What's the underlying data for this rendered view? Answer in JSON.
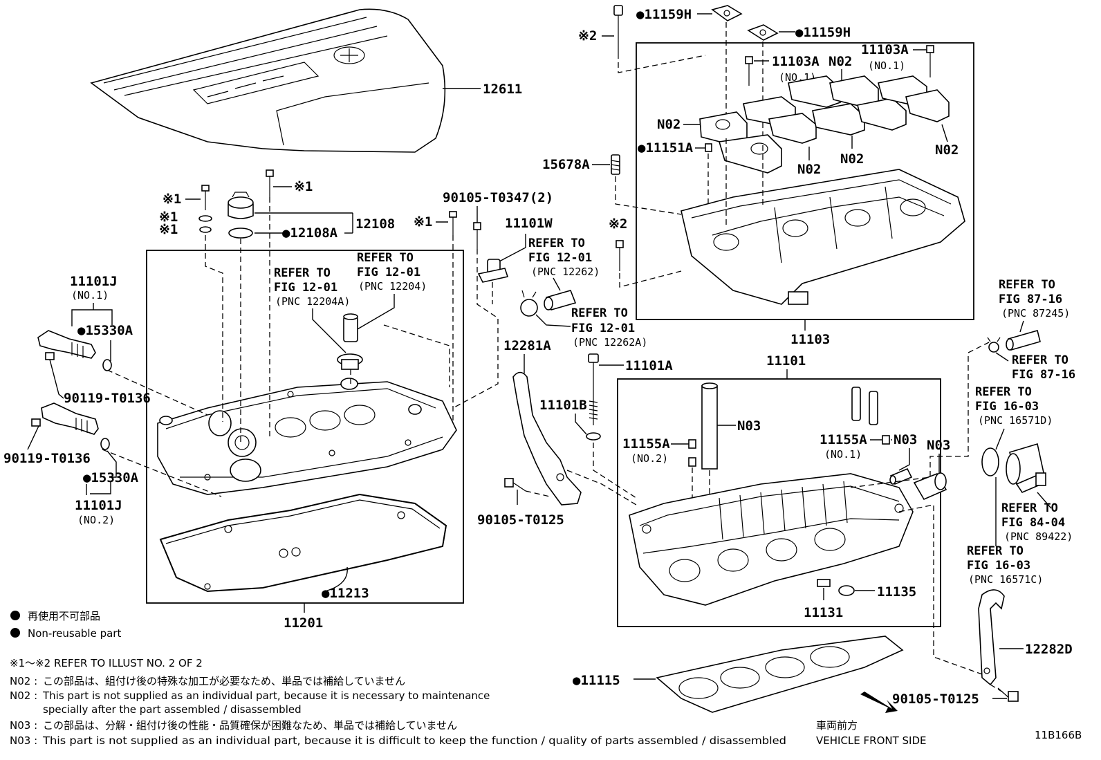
{
  "labels": {
    "p12611": "12611",
    "x1a": "※1",
    "x1b": "※1",
    "x1c": "※1",
    "x1d": "※1",
    "x1e": "※1",
    "p12108": "12108",
    "p12108A": "●12108A",
    "p11101J_1": "11101J",
    "p11101J_1_no": "(NO.1)",
    "p15330A_1": "●15330A",
    "p90119_1": "90119-T0136",
    "p90119_2": "90119-T0136",
    "p15330A_2": "●15330A",
    "p11101J_2": "11101J",
    "p11101J_2_no": "(NO.2)",
    "ref_a1": "REFER TO",
    "ref_a2": "FIG 12-01",
    "ref_a3": "(PNC 12204A)",
    "ref_b1": "REFER TO",
    "ref_b2": "FIG 12-01",
    "ref_b3": "(PNC 12204)",
    "p90105_T0347": "90105-T0347(2)",
    "p11101W": "11101W",
    "ref_c1": "REFER TO",
    "ref_c2": "FIG 12-01",
    "ref_c3": "(PNC 12262)",
    "ref_d1": "REFER TO",
    "ref_d2": "FIG 12-01",
    "ref_d3": "(PNC 12262A)",
    "p11213": "●11213",
    "p11201": "11201",
    "p12281A": "12281A",
    "p11101B": "11101B",
    "p11101A": "11101A",
    "p90105_T0125_a": "90105-T0125",
    "p11159H_a": "●11159H",
    "p11159H_b": "●11159H",
    "x2a": "※2",
    "x2b": "※2",
    "p11103A_1": "11103A",
    "p11103A_1_no": "(NO.1)",
    "p11103A_2": "11103A",
    "p11103A_2_no": "(NO.1)",
    "n02_a": "N02",
    "n02_b": "N02",
    "n02_c": "N02",
    "n02_d": "N02",
    "n02_e": "N02",
    "p11151A": "●11151A",
    "p15678A": "15678A",
    "p11103": "11103",
    "p11101": "11101",
    "n03_a": "N03",
    "n03_b": "N03",
    "n03_c": "N03",
    "p11155A_2": "11155A",
    "p11155A_2_no": "(NO.2)",
    "p11155A_1": "11155A",
    "p11155A_1_no": "(NO.1)",
    "p11135": "11135",
    "p11131": "11131",
    "p11115": "●11115",
    "ref_e1": "REFER TO",
    "ref_e2": "FIG 87-16",
    "ref_e3": "(PNC 87245)",
    "ref_f1": "REFER TO",
    "ref_f2": "FIG 87-16",
    "ref_g1": "REFER TO",
    "ref_g2": "FIG 16-03",
    "ref_g3": "(PNC 16571D)",
    "ref_h1": "REFER TO",
    "ref_h2": "FIG 84-04",
    "ref_h3": "(PNC 89422)",
    "ref_i1": "REFER TO",
    "ref_i2": "FIG 16-03",
    "ref_i3": "(PNC 16571C)",
    "p12282D": "12282D",
    "p90105_T0125_b": "90105-T0125"
  },
  "legend": {
    "jp": "再使用不可部品",
    "en": "Non-reusable part"
  },
  "notes": {
    "refer": "※1～※2  REFER TO ILLUST NO. 2 OF 2",
    "n02_tag_jp": "N02 :",
    "n02_jp": "この部品は、組付け後の特殊な加工が必要なため、単品では補給していません",
    "n02_tag_en": "N02 :",
    "n02_en_1": "This part is not supplied as an individual part, because it is necessary to maintenance",
    "n02_en_2": "specially after the part assembled / disassembled",
    "n03_tag_jp": "N03 :",
    "n03_jp": "この部品は、分解・組付け後の性能・品質確保が困難なため、単品では補給していません",
    "n03_tag_en": "N03 :",
    "n03_en": "This part is not supplied as an individual part, because it is difficult to keep the function / quality of parts  assembled / disassembled"
  },
  "front": {
    "jp": "車両前方",
    "en": "VEHICLE FRONT SIDE"
  },
  "illust_no": "11B166B"
}
